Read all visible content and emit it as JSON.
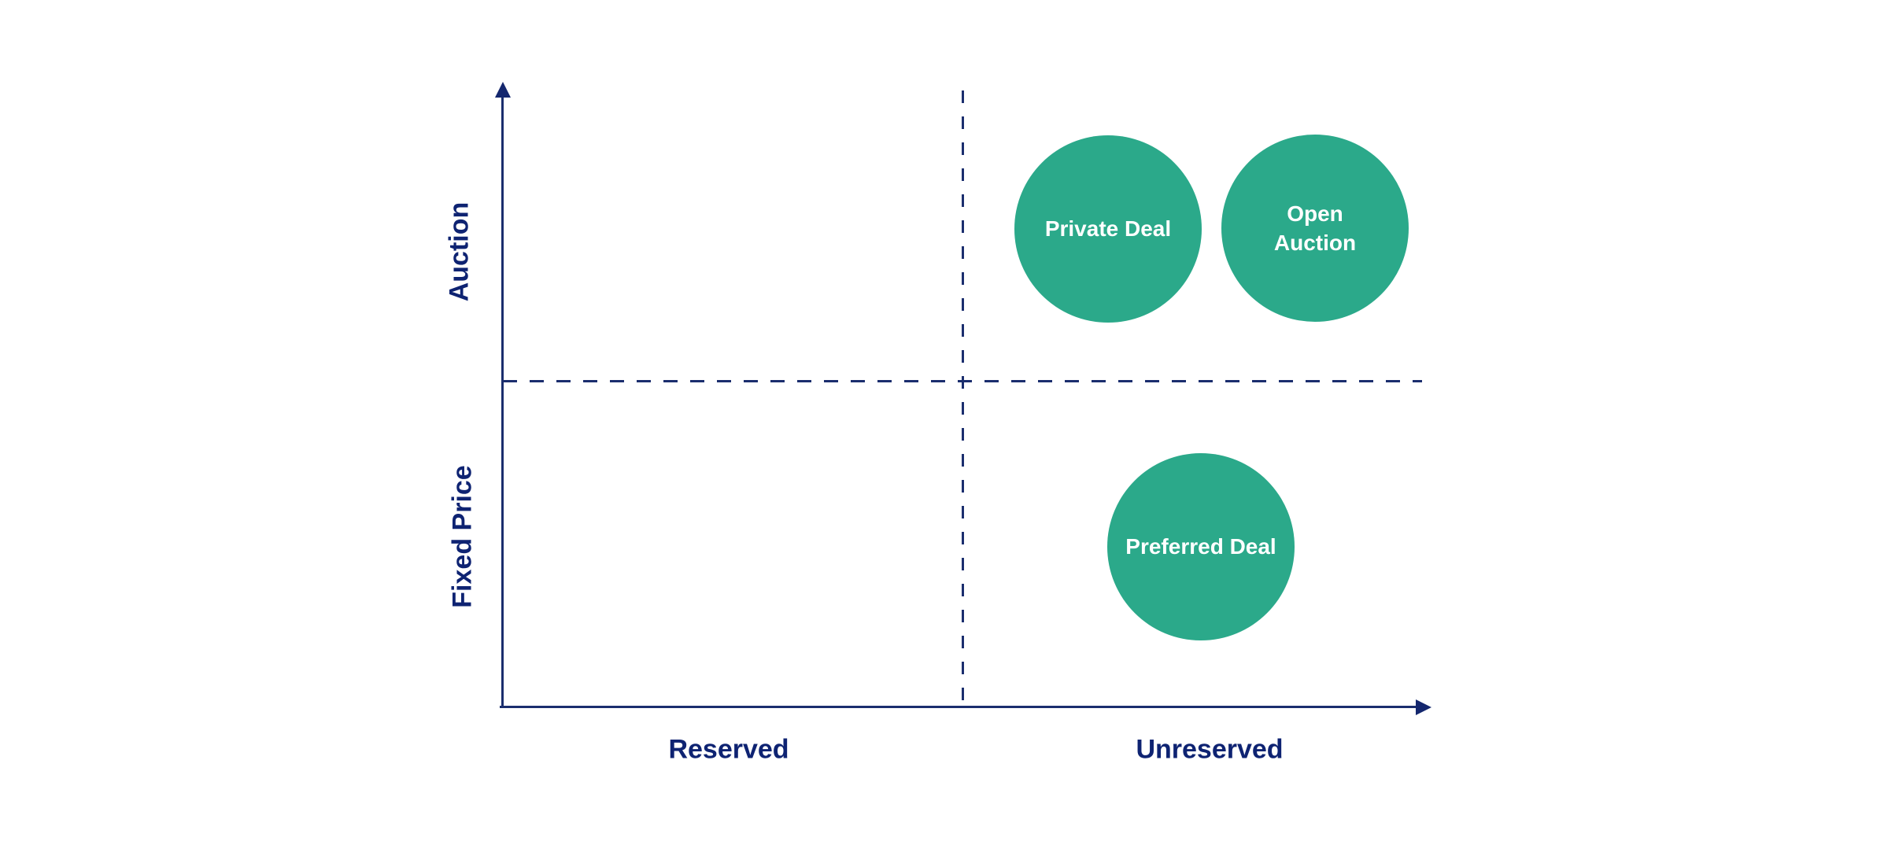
{
  "diagram": {
    "type": "quadrant",
    "y_axis": {
      "top_label": "Auction",
      "bottom_label": "Fixed Price"
    },
    "x_axis": {
      "left_label": "Reserved",
      "right_label": "Unreserved"
    },
    "bubbles": [
      {
        "label": "Private Deal",
        "x": "Unreserved",
        "y": "Auction",
        "quadrant": "top-right"
      },
      {
        "label": "Open Auction",
        "x": "Unreserved",
        "y": "Auction",
        "quadrant": "top-right"
      },
      {
        "label": "Preferred Deal",
        "x": "Unreserved",
        "y": "Fixed Price",
        "quadrant": "bottom-right"
      }
    ],
    "colors": {
      "bubble_fill": "#2BA98A",
      "bubble_text": "#FFFFFF",
      "axis_line": "#1B2E6E",
      "label_text": "#0E2372"
    }
  },
  "chart_data": {
    "type": "scatter",
    "title": "",
    "xlabel": "",
    "ylabel": "",
    "x_categories": [
      "Reserved",
      "Unreserved"
    ],
    "y_categories": [
      "Fixed Price",
      "Auction"
    ],
    "grid": "dashed-quadrant-dividers",
    "points": [
      {
        "label": "Private Deal",
        "x": "Unreserved",
        "y": "Auction"
      },
      {
        "label": "Open Auction",
        "x": "Unreserved",
        "y": "Auction"
      },
      {
        "label": "Preferred Deal",
        "x": "Unreserved",
        "y": "Fixed Price"
      }
    ]
  }
}
